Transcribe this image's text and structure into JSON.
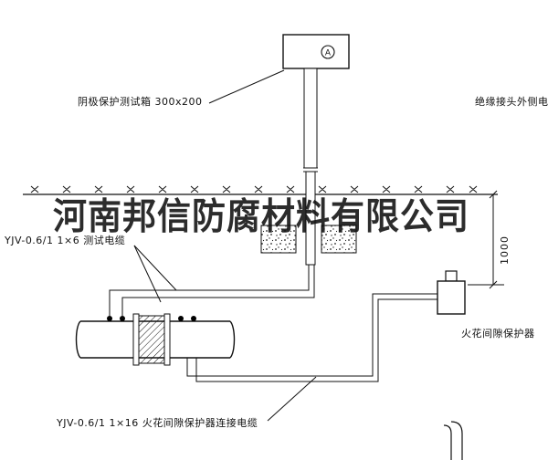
{
  "watermark": "河南邦信防腐材料有限公司",
  "labels": {
    "test_box": "阴极保护测试箱 300x200",
    "outer_cable": "绝缘接头外侧电缆",
    "test_cable": "YJV-0.6/1 1×6  测试电缆",
    "spark_protector": "火花间隙保护器",
    "connection_cable": "YJV-0.6/1 1×16  火花间隙保护器连接电缆"
  },
  "dimension": "1000",
  "meter_symbol": "A",
  "colors": {
    "line": "#111111",
    "background": "#ffffff",
    "watermark": "#101010"
  }
}
